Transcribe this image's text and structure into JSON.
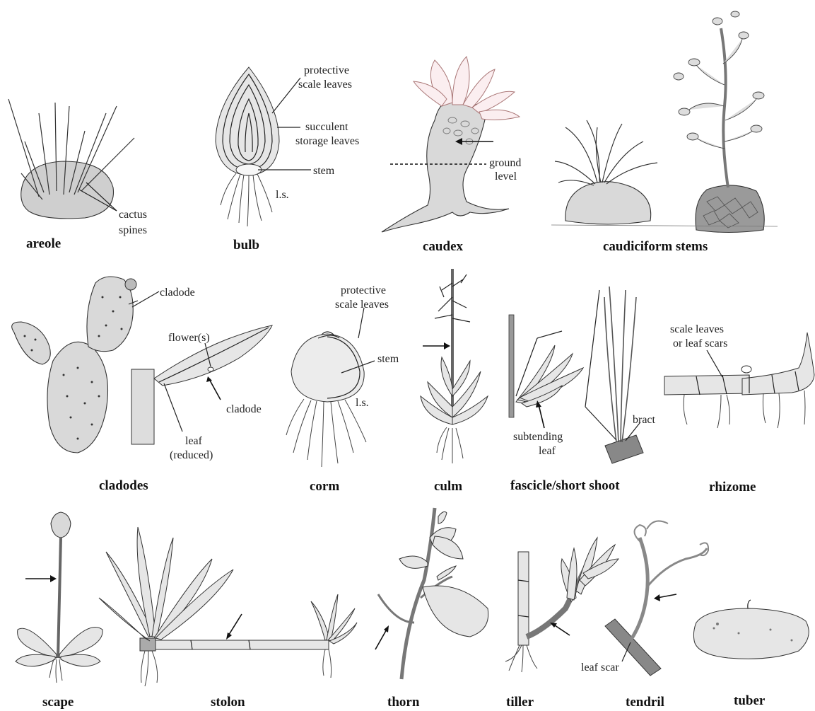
{
  "titles": {
    "areole": "areole",
    "bulb": "bulb",
    "caudex": "caudex",
    "caudiciform": "caudiciform stems",
    "cladodes": "cladodes",
    "corm": "corm",
    "culm": "culm",
    "fascicle": "fascicle/short shoot",
    "rhizome": "rhizome",
    "scape": "scape",
    "stolon": "stolon",
    "thorn": "thorn",
    "tiller": "tiller",
    "tendril": "tendril",
    "tuber": "tuber"
  },
  "labels": {
    "cactus_spines_1": "cactus",
    "cactus_spines_2": "spines",
    "bulb_protective_1": "protective",
    "bulb_protective_2": "scale leaves",
    "bulb_succulent_1": "succulent",
    "bulb_succulent_2": "storage leaves",
    "bulb_stem": "stem",
    "bulb_ls": "l.s.",
    "ground_1": "ground",
    "ground_2": "level",
    "cladode_top": "cladode",
    "flowers": "flower(s)",
    "cladode_mid": "cladode",
    "leaf_1": "leaf",
    "leaf_2": "(reduced)",
    "corm_protective_1": "protective",
    "corm_protective_2": "scale leaves",
    "corm_stem": "stem",
    "corm_ls": "l.s.",
    "subtending_1": "subtending",
    "subtending_2": "leaf",
    "bract": "bract",
    "scale_leaves_1": "scale leaves",
    "scale_leaves_2": "or leaf scars",
    "leaf_scar": "leaf scar"
  }
}
